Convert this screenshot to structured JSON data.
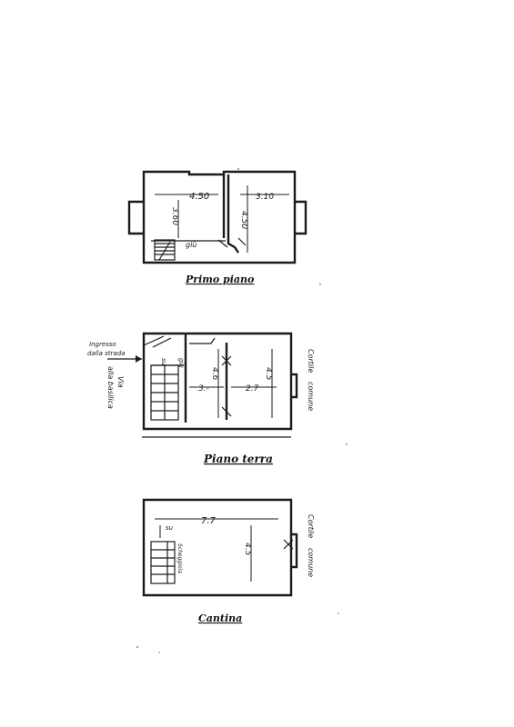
{
  "titles": {
    "first_floor": "Primo piano",
    "ground_floor": "Piano terra",
    "cellar": "Cantina"
  },
  "first_floor": {
    "dim_left_width": "4.50",
    "dim_left_depth": "3.60",
    "dim_right_width": "3.10",
    "dim_right_depth": "4.50",
    "stair_note": "giù"
  },
  "ground_floor": {
    "entrance_line1": "Ingresso",
    "entrance_line2": "dalla strada",
    "street_line1": "Via",
    "street_line2": "alla basilica",
    "stair_up": "su",
    "stair_down": "giù",
    "dim_mid_width": "3.-",
    "dim_mid_depth": "4.6",
    "dim_right_width": "2.7",
    "dim_right_depth": "4.5",
    "courtyard_line1": "Cortile",
    "courtyard_line2": "comune"
  },
  "cellar": {
    "dim_width": "7.7",
    "dim_depth": "4.5",
    "stair_up": "su",
    "stair_label": "Scheggiola",
    "courtyard_line1": "Cortile",
    "courtyard_line2": "comune"
  }
}
